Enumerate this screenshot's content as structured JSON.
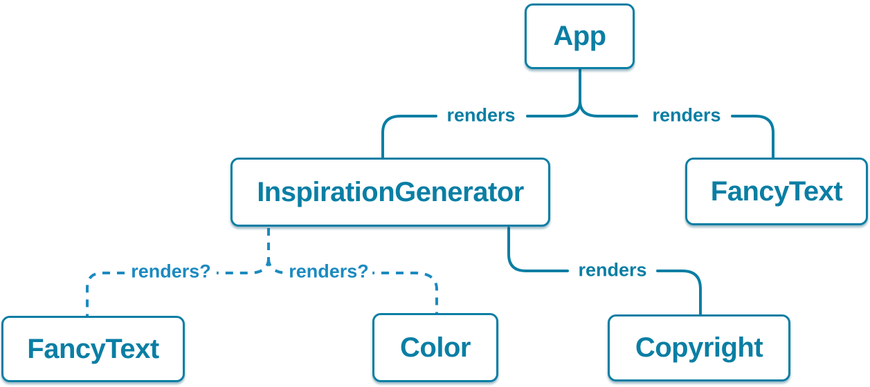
{
  "diagram": {
    "colors": {
      "solid_blue": "#0a7ea4",
      "dashed_blue": "#1b8ac0",
      "node_bg": "#ffffff"
    },
    "nodes": {
      "app": {
        "label": "App"
      },
      "inspiration_generator": {
        "label": "InspirationGenerator"
      },
      "fancy_text_top": {
        "label": "FancyText"
      },
      "fancy_text_bottom": {
        "label": "FancyText"
      },
      "color": {
        "label": "Color"
      },
      "copyright": {
        "label": "Copyright"
      }
    },
    "edge_labels": {
      "app_inspiration": "renders",
      "app_fancytext": "renders",
      "inspiration_fancytext": "renders?",
      "inspiration_color": "renders?",
      "inspiration_copyright": "renders"
    }
  }
}
